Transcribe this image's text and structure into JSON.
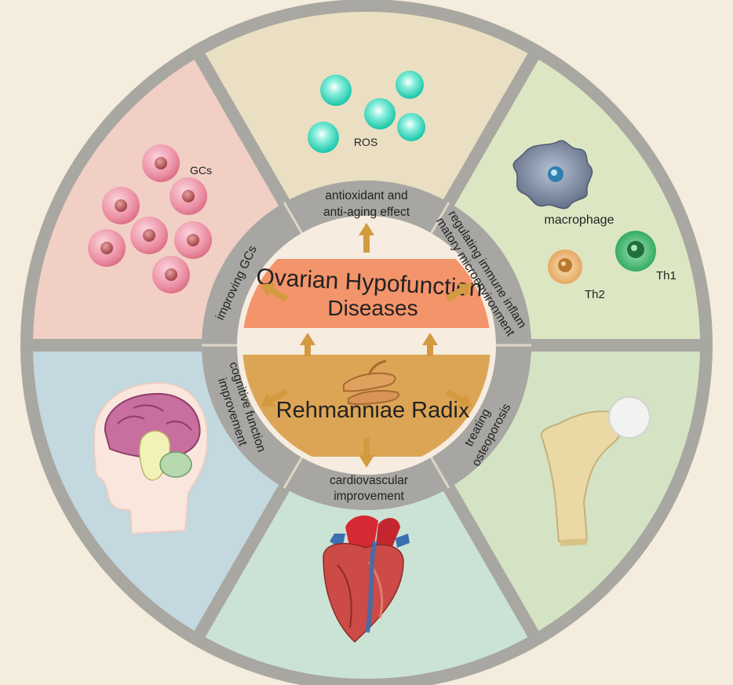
{
  "center": {
    "top_title": "Ovarian Hypofunction",
    "top_subtitle": "Diseases",
    "bottom_title": "Rehmanniae Radix"
  },
  "sectors": {
    "ros": {
      "band_line1": "antioxidant and",
      "band_line2": "anti-aging effect",
      "label": "ROS"
    },
    "immune": {
      "band_line1": "regulating immune inflam",
      "band_line2": "matory microenvironment",
      "label_macrophage": "macrophage",
      "label_th1": "Th1",
      "label_th2": "Th2"
    },
    "bone": {
      "band_line1": "treating",
      "band_line2": "osteoporosis"
    },
    "heart": {
      "band_line1": "cardiovascular",
      "band_line2": "improvement"
    },
    "brain": {
      "band_line1": "cognitive function",
      "band_line2": "improvement"
    },
    "gcs": {
      "band_line1": "improving GCs",
      "label": "GCs"
    }
  },
  "colors": {
    "background": "#f4ecdc",
    "ring_border": "#a9a7a1",
    "band": "#a7a6a2",
    "sector_ros": "#ebdfc3",
    "sector_immune": "#dde6c3",
    "sector_bone": "#d3e3c4",
    "sector_heart": "#cbe3d5",
    "sector_brain": "#c3d8df",
    "sector_gcs": "#f1cfc4",
    "center_top": "#f4946a",
    "center_bottom": "#dca556",
    "arrow": "#d39a40"
  }
}
